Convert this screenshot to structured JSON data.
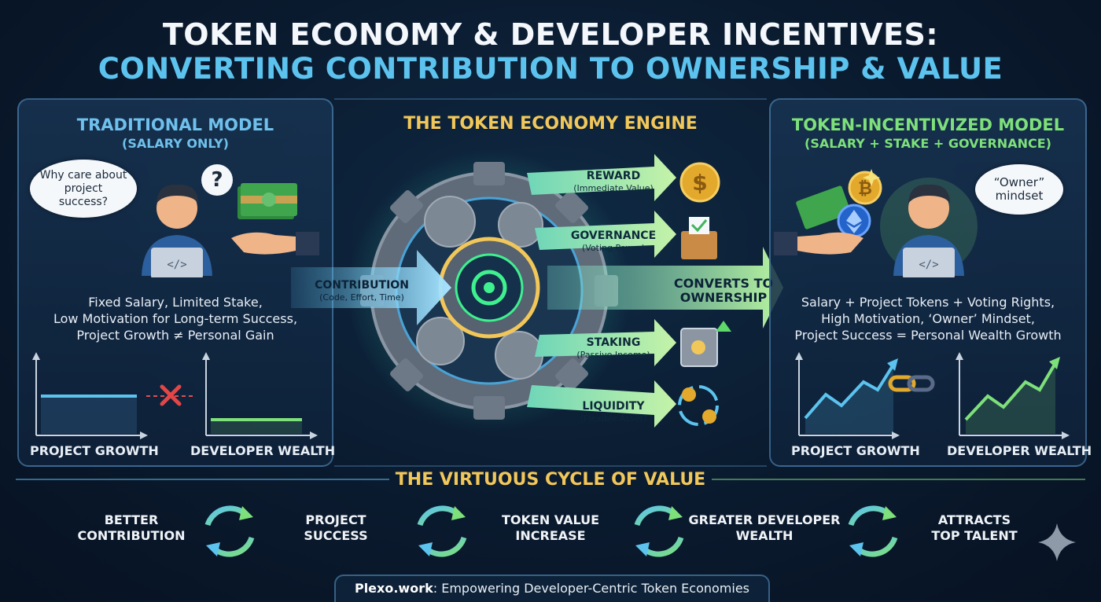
{
  "header": {
    "title_line1": "TOKEN ECONOMY & DEVELOPER INCENTIVES:",
    "title_line2": "CONVERTING CONTRIBUTION TO OWNERSHIP & VALUE"
  },
  "traditional": {
    "title": "TRADITIONAL MODEL",
    "subtitle": "(SALARY ONLY)",
    "thought": "Why care about project success?",
    "question": "?",
    "description": [
      "Fixed Salary, Limited Stake,",
      "Low Motivation for Long-term Success,",
      "Project Growth ≠ Personal Gain"
    ],
    "chart_label_left": "PROJECT GROWTH",
    "chart_label_right": "DEVELOPER WEALTH"
  },
  "engine": {
    "title": "THE TOKEN ECONOMY ENGINE",
    "input_label": "CONTRIBUTION",
    "input_sub": "(Code, Effort, Time)",
    "output_label_1": "CONVERTS TO",
    "output_label_2": "OWNERSHIP",
    "outputs": [
      {
        "label": "REWARD",
        "sub": "(Immediate Value)"
      },
      {
        "label": "GOVERNANCE",
        "sub": "(Voting Power)"
      },
      {
        "label": "STAKING",
        "sub": "(Passive Income)"
      },
      {
        "label": "LIQUIDITY",
        "sub": "(Flexible Asset)"
      }
    ]
  },
  "incentivized": {
    "title": "TOKEN-INCENTIVIZED MODEL",
    "subtitle": "(SALARY + STAKE + GOVERNANCE)",
    "thought_line1": "“Owner”",
    "thought_line2": "mindset",
    "description": [
      "Salary + Project Tokens + Voting Rights,",
      "High Motivation, ‘Owner’ Mindset,",
      "Project Success = Personal Wealth Growth"
    ],
    "chart_label_left": "PROJECT GROWTH",
    "chart_label_right": "DEVELOPER WEALTH"
  },
  "cycle": {
    "title": "THE VIRTUOUS CYCLE OF VALUE",
    "steps": [
      {
        "line1": "BETTER",
        "line2": "CONTRIBUTION"
      },
      {
        "line1": "PROJECT",
        "line2": "SUCCESS"
      },
      {
        "line1": "TOKEN VALUE",
        "line2": "INCREASE"
      },
      {
        "line1": "GREATER DEVELOPER",
        "line2": "WEALTH"
      },
      {
        "line1": "ATTRACTS",
        "line2": "TOP TALENT"
      }
    ]
  },
  "footer": {
    "brand": "Plexo.work",
    "tagline": ": Empowering Developer-Centric Token Economies"
  },
  "colors": {
    "accent_blue": "#5cc3ef",
    "accent_green": "#7ee07a",
    "accent_gold": "#f2c75a",
    "background": "#0a1a2e"
  },
  "icons": [
    "developer-avatar-icon",
    "cash-stack-icon",
    "hand-icon",
    "gear-icon",
    "dollar-coin-icon",
    "ballot-box-icon",
    "safe-icon",
    "liquidity-icon",
    "bitcoin-icon",
    "ethereum-icon",
    "chain-link-icon",
    "cycle-arrows-icon",
    "sparkle-icon"
  ]
}
